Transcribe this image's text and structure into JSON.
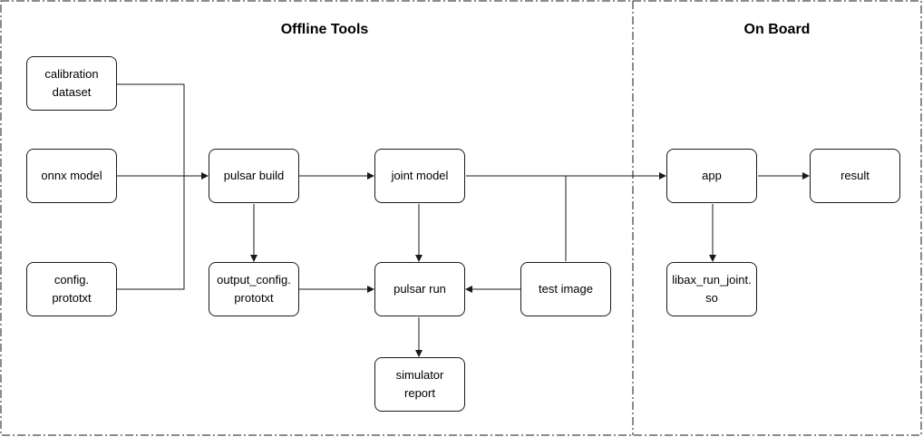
{
  "sections": {
    "offline": "Offline Tools",
    "onboard": "On Board"
  },
  "nodes": {
    "calibration_dataset": "calibration\ndataset",
    "onnx_model": "onnx model",
    "config_prototxt": "config.\nprototxt",
    "pulsar_build": "pulsar build",
    "output_config_prototxt": "output_config.\nprototxt",
    "joint_model": "joint model",
    "pulsar_run": "pulsar run",
    "simulator_report": "simulator\nreport",
    "test_image": "test image",
    "app": "app",
    "result": "result",
    "libax_run_joint_so": "libax_run_joint.\nso"
  },
  "colors": {
    "line": "#1a1a1a",
    "border_dash": "#1a1a1a",
    "background": "#ffffff"
  }
}
